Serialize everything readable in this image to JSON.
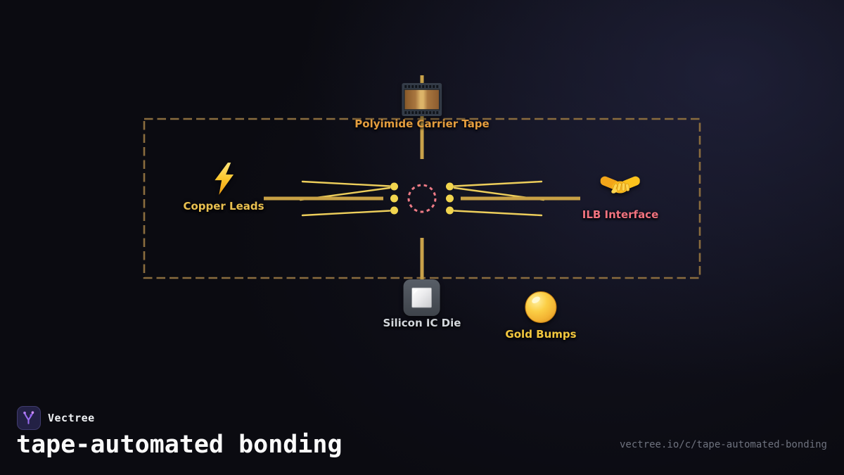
{
  "branding": {
    "logo_text": "Vectree",
    "title": "tape-automated bonding",
    "url": "vectree.io/c/tape-automated-bonding"
  },
  "diagram": {
    "nodes": [
      {
        "id": "polyimide-carrier-tape",
        "label": "Polyimide Carrier Tape",
        "icon": "film-strip-icon",
        "label_color": "#e49d3e"
      },
      {
        "id": "copper-leads",
        "label": "Copper Leads",
        "icon": "lightning-icon",
        "label_color": "#e9c050"
      },
      {
        "id": "ilb-interface",
        "label": "ILB Interface",
        "icon": "handshake-icon",
        "label_color": "#f0727f"
      },
      {
        "id": "silicon-ic-die",
        "label": "Silicon IC Die",
        "icon": "white-square-button-icon",
        "label_color": "#d3d7dc"
      },
      {
        "id": "gold-bumps",
        "label": "Gold Bumps",
        "icon": "yellow-circle-icon",
        "label_color": "#f2c73e"
      }
    ],
    "colors": {
      "lead_line": "#edce5b",
      "lead_bar": "#c8a145",
      "bond_dot": "#f2d54e",
      "bond_ring_dashed": "#ee7b86",
      "carrier_tape_line": "#c9a24a",
      "boundary_box_dashed": "#8a6c3e",
      "background": "#0b0b11"
    }
  }
}
